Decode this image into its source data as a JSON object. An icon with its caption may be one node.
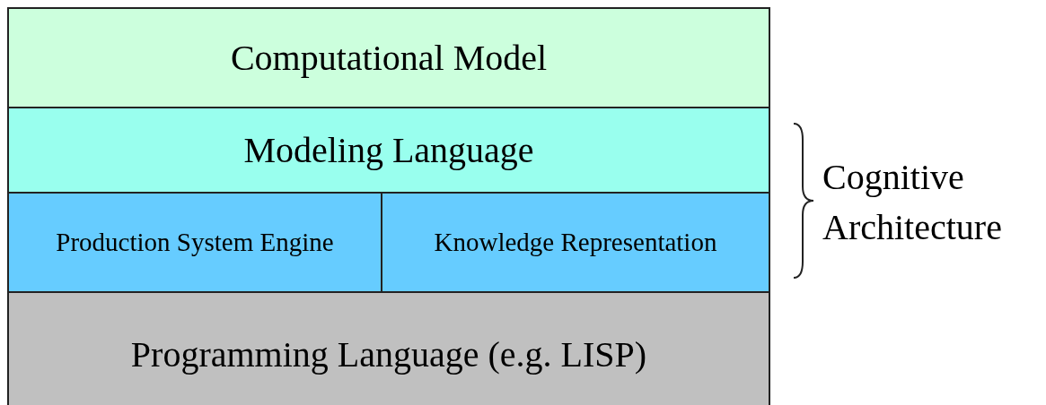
{
  "diagram": {
    "nodes": [
      {
        "text": [
          "Computational Model"
        ]
      },
      {
        "text": [
          "Modeling Language"
        ]
      },
      {
        "text": [
          "Production System Engine"
        ]
      },
      {
        "text": [
          "Knowledge Representation"
        ]
      },
      {
        "text": [
          "Programming Language (e.g. LISP)"
        ]
      }
    ],
    "labels": [
      "Cognitive Architecture"
    ]
  }
}
